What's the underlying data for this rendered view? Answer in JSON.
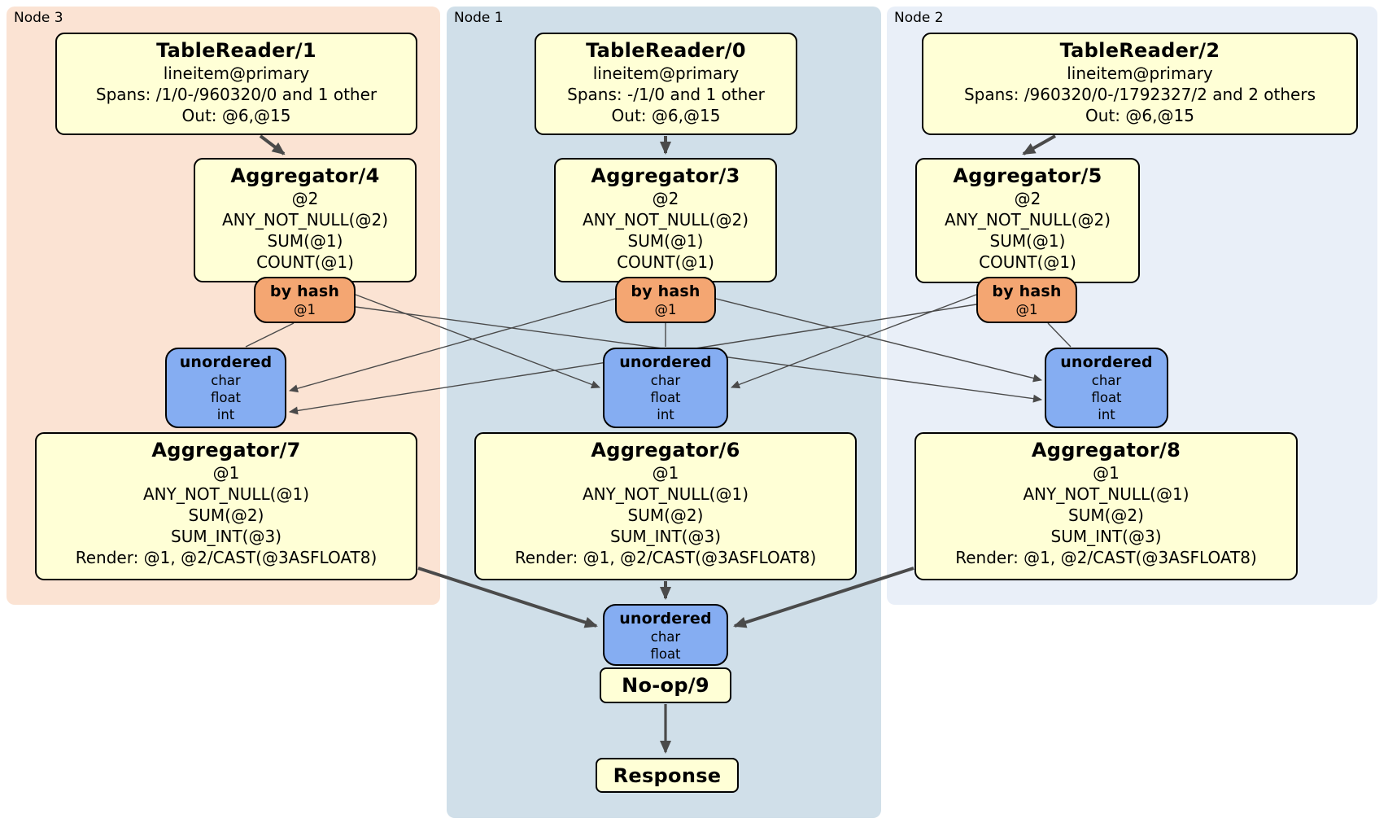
{
  "colors": {
    "node3_bg": "#FBE3D3",
    "node1_bg": "#D0DFE9",
    "node2_bg": "#E9EFF8",
    "processor_fill": "#FFFFD6",
    "router_fill": "#F4A672",
    "sync_fill": "#85ADF2",
    "edge_color": "#4A4A4A",
    "border_color": "#000000"
  },
  "panels": {
    "node3": {
      "label": "Node 3"
    },
    "node1": {
      "label": "Node 1"
    },
    "node2": {
      "label": "Node 2"
    }
  },
  "boxes": {
    "tablereader1": {
      "title": "TableReader/1",
      "lines": [
        "lineitem@primary",
        "Spans: /1/0-/960320/0 and 1 other",
        "Out: @6,@15"
      ]
    },
    "tablereader0": {
      "title": "TableReader/0",
      "lines": [
        "lineitem@primary",
        "Spans: -/1/0 and 1 other",
        "Out: @6,@15"
      ]
    },
    "tablereader2": {
      "title": "TableReader/2",
      "lines": [
        "lineitem@primary",
        "Spans: /960320/0-/1792327/2 and 2 others",
        "Out: @6,@15"
      ]
    },
    "aggregator4": {
      "title": "Aggregator/4",
      "lines": [
        "@2",
        "ANY_NOT_NULL(@2)",
        "SUM(@1)",
        "COUNT(@1)"
      ]
    },
    "aggregator3": {
      "title": "Aggregator/3",
      "lines": [
        "@2",
        "ANY_NOT_NULL(@2)",
        "SUM(@1)",
        "COUNT(@1)"
      ]
    },
    "aggregator5": {
      "title": "Aggregator/5",
      "lines": [
        "@2",
        "ANY_NOT_NULL(@2)",
        "SUM(@1)",
        "COUNT(@1)"
      ]
    },
    "byhash_node3": {
      "title": "by hash",
      "lines": [
        "@1"
      ]
    },
    "byhash_node1": {
      "title": "by hash",
      "lines": [
        "@1"
      ]
    },
    "byhash_node2": {
      "title": "by hash",
      "lines": [
        "@1"
      ]
    },
    "unordered_node3": {
      "title": "unordered",
      "lines": [
        "char",
        "float",
        "int"
      ]
    },
    "unordered_node1": {
      "title": "unordered",
      "lines": [
        "char",
        "float",
        "int"
      ]
    },
    "unordered_node2": {
      "title": "unordered",
      "lines": [
        "char",
        "float",
        "int"
      ]
    },
    "aggregator7": {
      "title": "Aggregator/7",
      "lines": [
        "@1",
        "ANY_NOT_NULL(@1)",
        "SUM(@2)",
        "SUM_INT(@3)",
        "Render: @1, @2/CAST(@3ASFLOAT8)"
      ]
    },
    "aggregator6": {
      "title": "Aggregator/6",
      "lines": [
        "@1",
        "ANY_NOT_NULL(@1)",
        "SUM(@2)",
        "SUM_INT(@3)",
        "Render: @1, @2/CAST(@3ASFLOAT8)"
      ]
    },
    "aggregator8": {
      "title": "Aggregator/8",
      "lines": [
        "@1",
        "ANY_NOT_NULL(@1)",
        "SUM(@2)",
        "SUM_INT(@3)",
        "Render: @1, @2/CAST(@3ASFLOAT8)"
      ]
    },
    "unordered_final": {
      "title": "unordered",
      "lines": [
        "char",
        "float"
      ]
    },
    "noop": {
      "title": "No-op/9"
    },
    "response": {
      "title": "Response"
    }
  },
  "edges": [
    {
      "from": "TableReader/1",
      "to": "Aggregator/4",
      "style": "thick"
    },
    {
      "from": "TableReader/0",
      "to": "Aggregator/3",
      "style": "thick"
    },
    {
      "from": "TableReader/2",
      "to": "Aggregator/5",
      "style": "thick"
    },
    {
      "from": "by hash @1 (Node 3)",
      "to": "unordered (Node 3)",
      "style": "thin"
    },
    {
      "from": "by hash @1 (Node 3)",
      "to": "unordered (Node 1)",
      "style": "thin"
    },
    {
      "from": "by hash @1 (Node 3)",
      "to": "unordered (Node 2)",
      "style": "thin"
    },
    {
      "from": "by hash @1 (Node 1)",
      "to": "unordered (Node 3)",
      "style": "thin"
    },
    {
      "from": "by hash @1 (Node 1)",
      "to": "unordered (Node 1)",
      "style": "thin"
    },
    {
      "from": "by hash @1 (Node 1)",
      "to": "unordered (Node 2)",
      "style": "thin"
    },
    {
      "from": "by hash @1 (Node 2)",
      "to": "unordered (Node 3)",
      "style": "thin"
    },
    {
      "from": "by hash @1 (Node 2)",
      "to": "unordered (Node 1)",
      "style": "thin"
    },
    {
      "from": "by hash @1 (Node 2)",
      "to": "unordered (Node 2)",
      "style": "thin"
    },
    {
      "from": "Aggregator/7",
      "to": "unordered final (Node 1)",
      "style": "thick"
    },
    {
      "from": "Aggregator/6",
      "to": "unordered final (Node 1)",
      "style": "thick"
    },
    {
      "from": "Aggregator/8",
      "to": "unordered final (Node 1)",
      "style": "thick"
    },
    {
      "from": "No-op/9",
      "to": "Response",
      "style": "thick"
    }
  ]
}
